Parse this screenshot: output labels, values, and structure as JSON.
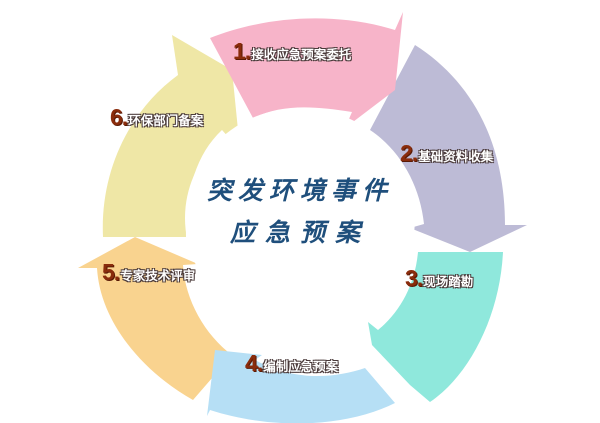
{
  "diagram": {
    "type": "cycle",
    "center_title": {
      "line1": "突发环境事件",
      "line2": "应急预案"
    },
    "steps": [
      {
        "number": "1.",
        "label": "接收应急预案委托",
        "color": "#f7b4c9"
      },
      {
        "number": "2.",
        "label": "基础资料收集",
        "color": "#bdbbd6"
      },
      {
        "number": "3.",
        "label": "现场踏勘",
        "color": "#8fe8dc"
      },
      {
        "number": "4.",
        "label": "编制应急预案",
        "color": "#b6dff5"
      },
      {
        "number": "5.",
        "label": "专家技术评审",
        "color": "#f9d38f"
      },
      {
        "number": "6.",
        "label": "环保部门备案",
        "color": "#efe7a6"
      }
    ],
    "colors": {
      "center_text": "#1f4f7c",
      "number_text": "#8a2c0c",
      "background": "#ffffff"
    }
  }
}
